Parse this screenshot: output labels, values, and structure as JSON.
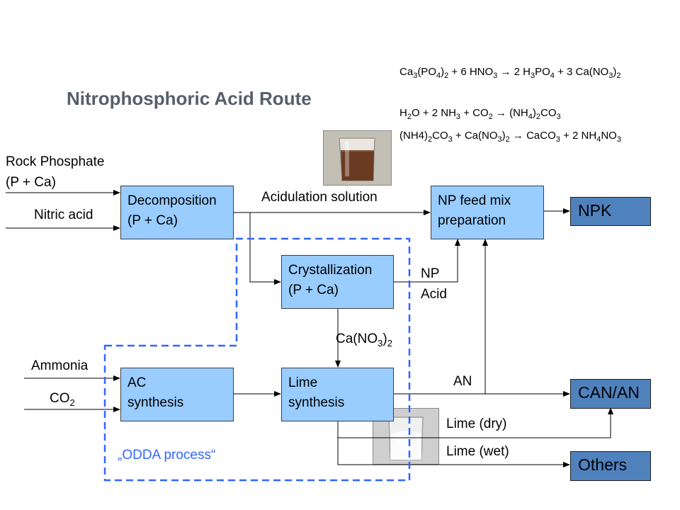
{
  "title": "Nitrophosphoric Acid Route",
  "equations": [
    {
      "parts": [
        "Ca",
        "3",
        "(PO",
        "4",
        ")",
        "2",
        " + 6 HNO",
        "3",
        " → 2 H",
        "3",
        "PO",
        "4",
        " + 3 Ca(NO",
        "3",
        ")",
        "2"
      ]
    },
    {
      "parts": [
        "H",
        "2",
        "O + 2 NH",
        "3",
        " + CO",
        "2",
        " → (NH",
        "4",
        ")",
        "2",
        "CO",
        "3"
      ]
    },
    {
      "parts": [
        "(NH4)",
        "2",
        "CO",
        "3",
        " + Ca(NO",
        "3",
        ")",
        "2",
        " → CaCO",
        "3",
        " + 2 NH",
        "4",
        "NO",
        "3"
      ]
    }
  ],
  "inputs": {
    "rock_phosphate_1": "Rock Phosphate",
    "rock_phosphate_2": "(P + Ca)",
    "nitric_acid": "Nitric acid",
    "ammonia": "Ammonia",
    "co2": "CO",
    "co2_sub": "2"
  },
  "process_boxes": {
    "decomposition_1": "Decomposition",
    "decomposition_2": "(P + Ca)",
    "crystallization_1": "Crystallization",
    "crystallization_2": "(P + Ca)",
    "np_feed_1": "NP feed mix",
    "np_feed_2": "preparation",
    "ac_synthesis_1": "AC",
    "ac_synthesis_2": "synthesis",
    "lime_synthesis_1": "Lime",
    "lime_synthesis_2": "synthesis"
  },
  "outputs": {
    "npk": "NPK",
    "can_an": "CAN/AN",
    "others": "Others"
  },
  "stream_labels": {
    "acidulation_solution": "Acidulation solution",
    "np_acid_1": "NP",
    "np_acid_2": "Acid",
    "ca_no3": "Ca(NO",
    "ca_no3_sub1": "3",
    "ca_no3_close": ")",
    "ca_no3_sub2": "2",
    "an": "AN",
    "lime_dry": "Lime (dry)",
    "lime_wet": "Lime (wet)"
  },
  "odda_process": "„ODDA process“",
  "colors": {
    "process_box": "#99ccff",
    "output_box": "#4f81bd",
    "title": "#555f6b",
    "odda_border": "#3366ff"
  }
}
